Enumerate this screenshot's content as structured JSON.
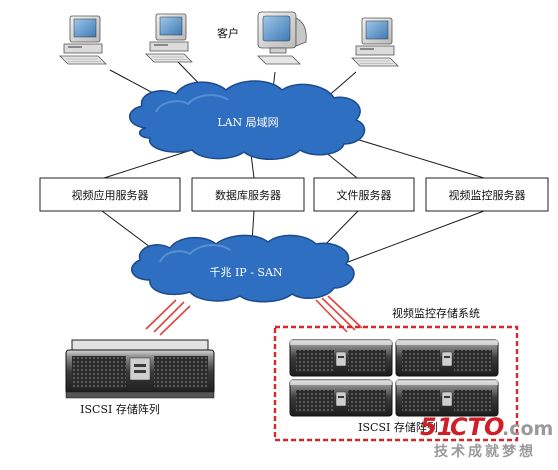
{
  "labels": {
    "clients": "客户",
    "lan": "LAN 局域网",
    "san": "千兆 IP - SAN",
    "surveillance_system": "视频监控存储系统",
    "iscsi_left": "ISCSI 存储阵列",
    "iscsi_right": "ISCSI 存储阵列"
  },
  "servers": [
    {
      "label": "视频应用服务器"
    },
    {
      "label": "数据库服务器"
    },
    {
      "label": "文件服务器"
    },
    {
      "label": "视频监控服务器"
    }
  ],
  "watermark": {
    "brand_digits": "51",
    "brand_cto": "CTO",
    "brand_suffix": ".com",
    "slogan": "技术成就梦想"
  },
  "colors": {
    "cloud_fill": "#2f6fc1",
    "cloud_stroke": "#1d4a8c",
    "red_link": "#e0443c",
    "dashed_border": "#d9262a",
    "watermark_red": "#d01e28",
    "watermark_gray": "#9a9a9a"
  }
}
